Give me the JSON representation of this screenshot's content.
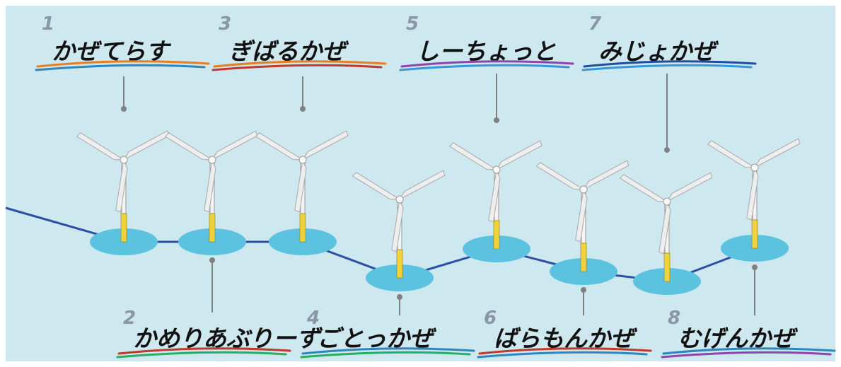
{
  "background_color": "#cde8ef",
  "cable_color": "#2b4ea6",
  "pad_color": "#5bc3e0",
  "tower_color": "#f0d23c",
  "blade_color": "#eeeeee",
  "pointer_color": "#808080",
  "turbines": [
    {
      "number": "1",
      "name": "かぜてらす",
      "label_position": "top",
      "underline_colors": [
        "#e67e22",
        "#2e86c1"
      ]
    },
    {
      "number": "2",
      "name": "かめりあぶりーず",
      "label_position": "bottom",
      "underline_colors": [
        "#c0392b",
        "#27ae60"
      ]
    },
    {
      "number": "3",
      "name": "ぎばるかぜ",
      "label_position": "top",
      "underline_colors": [
        "#e67e22",
        "#c0392b"
      ]
    },
    {
      "number": "4",
      "name": "ごとっかぜ",
      "label_position": "bottom",
      "underline_colors": [
        "#2e86c1",
        "#27ae60"
      ]
    },
    {
      "number": "5",
      "name": "しーちょっと",
      "label_position": "top",
      "underline_colors": [
        "#8e44ad",
        "#3498db"
      ]
    },
    {
      "number": "6",
      "name": "ばらもんかぜ",
      "label_position": "bottom",
      "underline_colors": [
        "#c0392b",
        "#2e86c1"
      ]
    },
    {
      "number": "7",
      "name": "みじょかぜ",
      "label_position": "top",
      "underline_colors": [
        "#1f4e9e",
        "#3498db"
      ]
    },
    {
      "number": "8",
      "name": "むげんかぜ",
      "label_position": "bottom",
      "underline_colors": [
        "#2e86c1",
        "#8e44ad"
      ]
    }
  ]
}
